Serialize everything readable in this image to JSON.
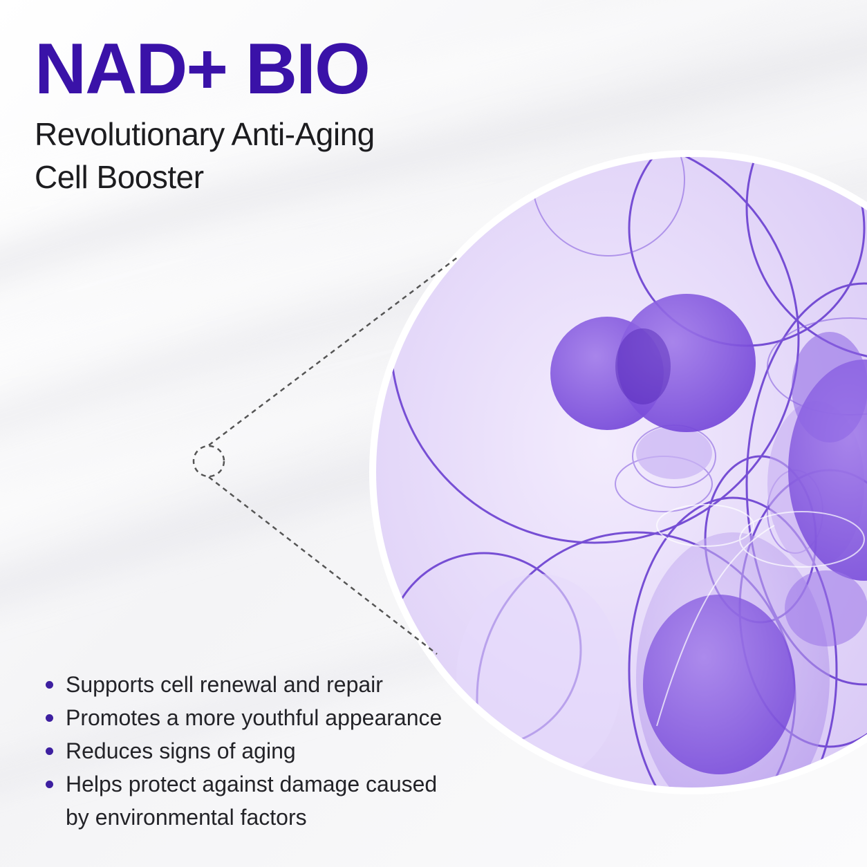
{
  "brand": {
    "title": "NAD+ BIO",
    "subtitle_line1": "Revolutionary Anti-Aging",
    "subtitle_line2": "Cell Booster"
  },
  "colors": {
    "title": "#3a12a8",
    "bullet": "#3d1fa0",
    "cell_light": "#ece2fb",
    "cell_mid": "#b596ef",
    "cell_strong": "#7a4fe0",
    "cell_outline": "#6a3fd0",
    "connector": "#555555"
  },
  "icons": {
    "magnifier": "magnifier-circle-icon",
    "bullet": "bullet-dot-icon"
  },
  "benefits": [
    {
      "line1": "Supports cell renewal and repair"
    },
    {
      "line1": "Promotes a more youthful appearance"
    },
    {
      "line1": "Reduces signs of aging"
    },
    {
      "line1": "Helps protect against damage caused",
      "line2": "by environmental factors"
    }
  ]
}
